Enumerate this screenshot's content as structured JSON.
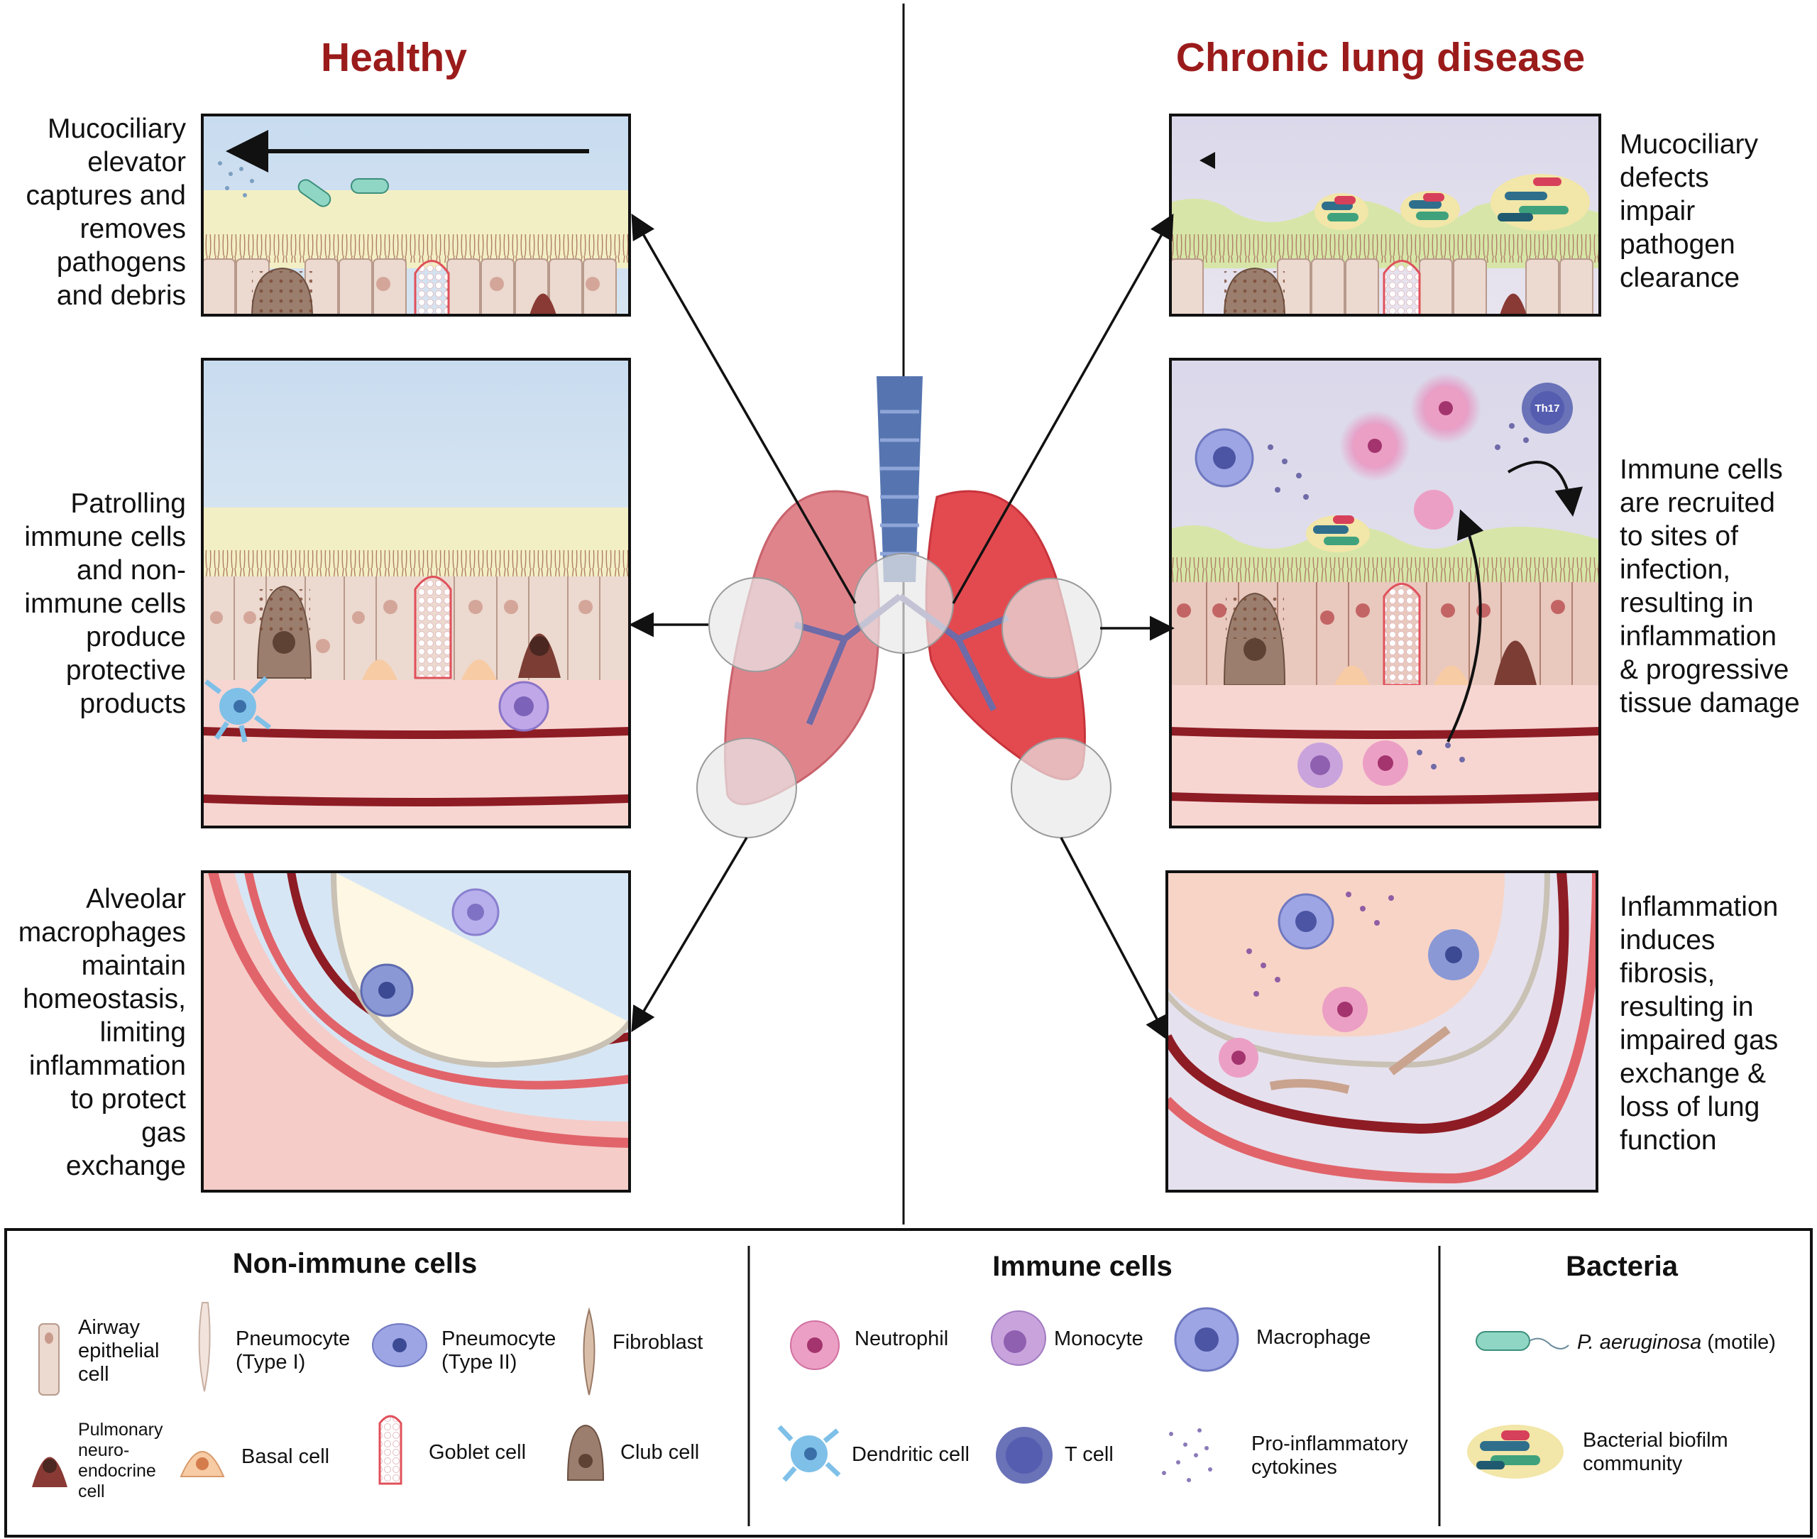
{
  "headings": {
    "healthy": "Healthy",
    "disease": "Chronic lung disease"
  },
  "captions": {
    "healthy_mucociliary": [
      "Mucociliary",
      "elevator",
      "captures and",
      "removes",
      "pathogens",
      "and debris"
    ],
    "healthy_immune": [
      "Patrolling",
      "immune cells",
      "and non-",
      "immune cells",
      "produce",
      "protective",
      "products"
    ],
    "healthy_alveolar": [
      "Alveolar",
      "macrophages",
      "maintain",
      "homeostasis,",
      "limiting",
      "inflammation",
      "to protect",
      "gas",
      "exchange"
    ],
    "disease_mucociliary": [
      "Mucociliary",
      "defects",
      "impair",
      "pathogen",
      "clearance"
    ],
    "disease_immune": [
      "Immune cells",
      "are recruited",
      "to sites of",
      "infection,",
      "resulting in",
      "inflammation",
      "& progressive",
      "tissue damage"
    ],
    "disease_fibrosis": [
      "Inflammation",
      "induces",
      "fibrosis,",
      "resulting in",
      "impaired gas",
      "exchange &",
      "loss of lung",
      "function"
    ]
  },
  "panel_labels": {
    "th17": "Th17"
  },
  "legend": {
    "non_immune_title": "Non-immune cells",
    "immune_title": "Immune cells",
    "bacteria_title": "Bacteria",
    "airway_epithelial": [
      "Airway",
      "epithelial",
      "cell"
    ],
    "pneumocyte_1": [
      "Pneumocyte",
      "(Type I)"
    ],
    "pneumocyte_2": [
      "Pneumocyte",
      "(Type II)"
    ],
    "fibroblast": "Fibroblast",
    "pulmonary_ne": [
      "Pulmonary",
      "neuro-",
      "endocrine",
      "cell"
    ],
    "basal": "Basal cell",
    "goblet": "Goblet cell",
    "club": "Club cell",
    "neutrophil": "Neutrophil",
    "monocyte": "Monocyte",
    "macrophage": "Macrophage",
    "dendritic": "Dendritic cell",
    "tcell": "T cell",
    "cytokines": [
      "Pro-inflammatory",
      "cytokines"
    ],
    "p_aeruginosa_italic": "P. aeruginosa",
    "p_aeruginosa_rest": " (motile)",
    "biofilm": [
      "Bacterial biofilm",
      "community"
    ]
  },
  "colors": {
    "heading": "#9b1b1b",
    "mucus_sky": "#c9dcef",
    "mucus_layer": "#f3efc4",
    "epithelium": "#ecd9cf",
    "submucosa": "#f7d6d2",
    "vessel": "#8e1c24",
    "lung_healthy": "#e0848c",
    "lung_disease": "#e34a50",
    "trachea": "#5675b0",
    "neutrophil": "#ec9fc4",
    "monocyte": "#c9a3dc",
    "macrophage": "#9da5e4",
    "dendritic": "#7fc0e8",
    "tcell": "#6a72b8",
    "bacteria": "#8fd6c4"
  }
}
